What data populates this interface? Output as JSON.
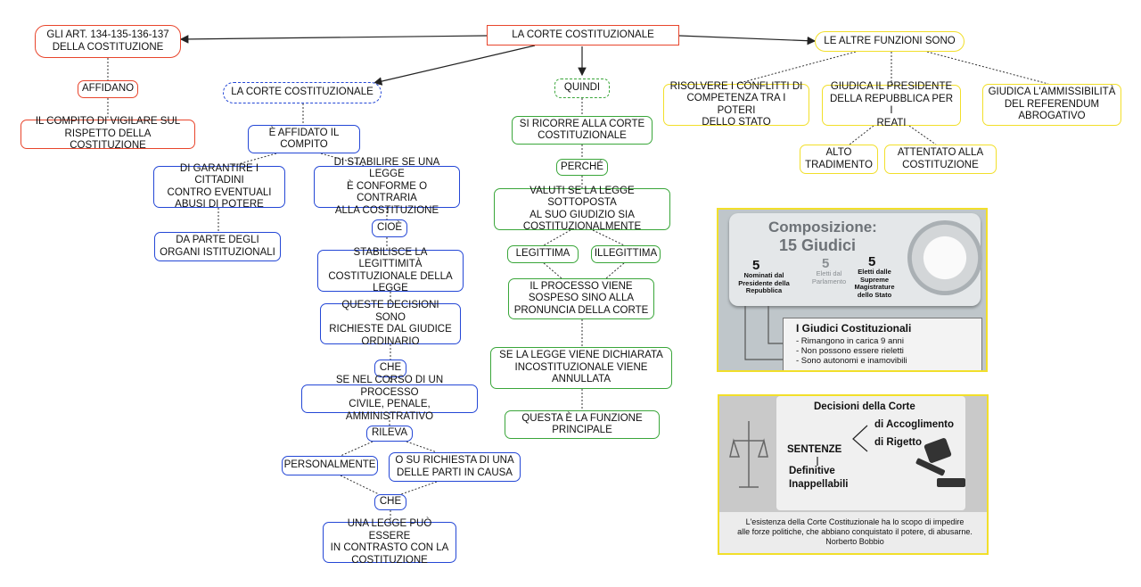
{
  "nodes": {
    "root": "LA CORTE COSTITUZIONALE",
    "articoli": "GLI ART. 134-135-136-137\nDELLA COSTITUZIONE",
    "affidano": "AFFIDANO",
    "compito_vigilare": "IL COMPITO DI VIGILARE SUL\nRISPETTO DELLA COSTITUZIONE",
    "corte2": "LA CORTE COSTITUZIONALE",
    "affidato": "È AFFIDATO IL\nCOMPITO",
    "garantire": "DI GARANTIRE I CITTADINI\nCONTRO EVENTUALI\nABUSI DI POTERE",
    "parte_organi": "DA PARTE DEGLI\nORGANI ISTITUZIONALI",
    "stabilire": "DI STABILIRE SE UNA LEGGE\nÈ CONFORME O CONTRARIA\nALLA COSTITUZIONE",
    "cioe": "CIOÈ",
    "legittimita": "STABILISCE LA LEGITTIMITÀ\nCOSTITUZIONALE DELLA\nLEGGE",
    "questioni": "QUESTE DECISIONI SONO\nRICHIESTE DAL GIUDICE\nORDINARIO",
    "che1": "CHE",
    "processo": "SE NEL CORSO DI UN PROCESSO\nCIVILE, PENALE, AMMINISTRATIVO",
    "rileva": "RILEVA",
    "personalmente": "PERSONALMENTE",
    "su_richiesta": "O SU RICHIESTA DI UNA\nDELLE PARTI IN CAUSA",
    "che2": "CHE",
    "contrasto": "UNA LEGGE PUÒ ESSERE\nIN CONTRASTO CON LA\nCOSTITUZIONE",
    "quindi": "QUINDI",
    "ricorre": "SI RICORRE ALLA CORTE\nCOSTITUZIONALE",
    "perche": "PERCHÉ",
    "valuti": "VALUTI SE LA LEGGE SOTTOPOSTA\nAL SUO GIUDIZIO SIA\nCOSTITUZIONALMENTE",
    "legittima": "LEGITTIMA",
    "illegittima": "ILLEGITTIMA",
    "sospeso": "IL PROCESSO VIENE\nSOSPESO SINO ALLA\nPRONUNCIA DELLA CORTE",
    "annullata": "SE LA LEGGE VIENE DICHIARATA\nINCOSTITUZIONALE VIENE\nANNULLATA",
    "funzione": "QUESTA È LA FUNZIONE\nPRINCIPALE",
    "altre": "LE ALTRE FUNZIONI SONO",
    "conflitti": "RISOLVERE I CONFLITTI DI\nCOMPETENZA TRA I POTERI\nDELLO STATO",
    "giudica_pres": "GIUDICA IL PRESIDENTE\nDELLA REPUBBLICA PER I\nREATI",
    "referendum": "GIUDICA L'AMMISSIBILITÀ\nDEL REFERENDUM\nABROGATIVO",
    "alto": "ALTO\nTRADIMENTO",
    "attentato": "ATTENTATO ALLA\nCOSTITUZIONE"
  },
  "panel_composizione": {
    "title": "Composizione:",
    "subtitle": "15 Giudici",
    "groups": [
      {
        "num": "5",
        "label": "Nominati dal\nPresidente della\nRepubblica"
      },
      {
        "num": "5",
        "label": "Eletti dal\nParlamento"
      },
      {
        "num": "5",
        "label": "Eletti dalle\nSupreme\nMagistrature\ndello Stato"
      }
    ],
    "box_title": "I Giudici Costituzionali",
    "box_lines": [
      "- Rimangono in carica 9 anni",
      "- Non possono essere rieletti",
      "- Sono autonomi e inamovibili"
    ]
  },
  "panel_decisioni": {
    "title": "Decisioni della Corte",
    "sentenze": "SENTENZE",
    "accoglimento": "di Accoglimento",
    "rigetto": "di Rigetto",
    "definitive": "Definitive",
    "inappellabili": "Inappellabili",
    "quote": [
      "L'esistenza della Corte Costituzionale ha lo scopo di impedire",
      "alle forze politiche, che abbiano conquistato il potere, di abusarne.",
      "Norberto Bobbio"
    ]
  },
  "colors": {
    "red": "#e8452c",
    "blue": "#2447d6",
    "green": "#3aa63a",
    "yellow": "#f2df2a"
  }
}
